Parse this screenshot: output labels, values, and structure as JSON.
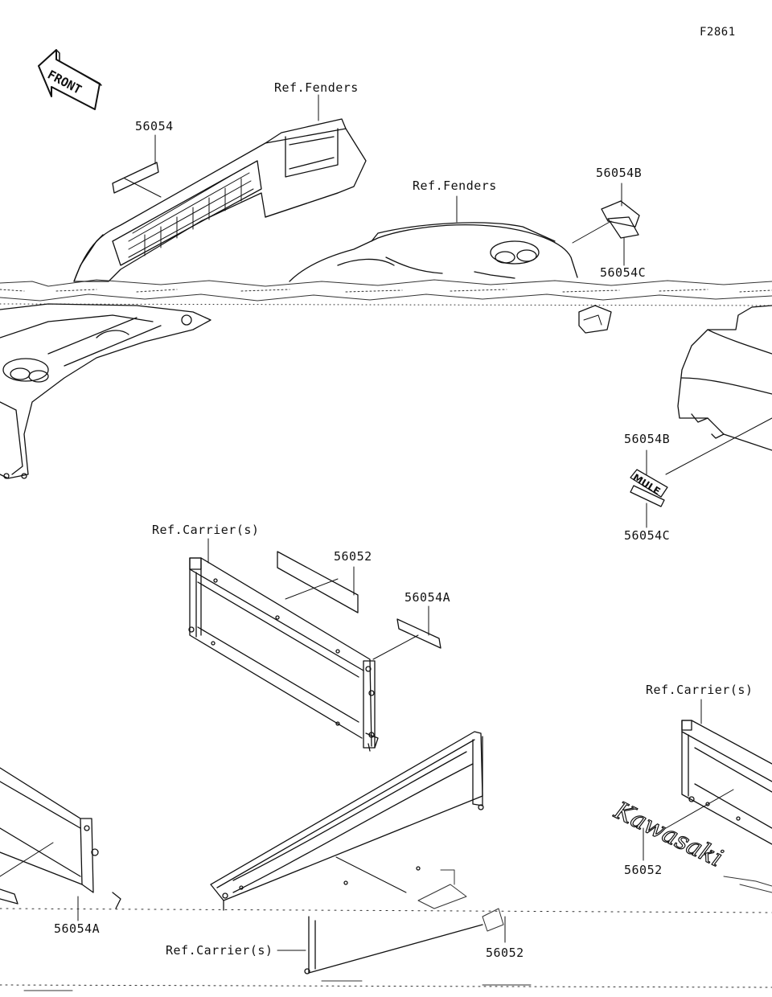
{
  "figure_id": "F2861",
  "front_label": "FRONT",
  "callouts": {
    "ref_fenders_1": "Ref.Fenders",
    "ref_fenders_2": "Ref.Fenders",
    "part_56054": "56054",
    "part_56054b_1": "56054B",
    "part_56054c_1": "56054C",
    "part_56054b_2": "56054B",
    "part_56054c_2": "56054C",
    "ref_carriers_1": "Ref.Carrier(s)",
    "part_56052_1": "56052",
    "part_56054a_1": "56054A",
    "ref_carriers_2": "Ref.Carrier(s)",
    "part_56052_2": "56052",
    "part_56054a_2": "56054A",
    "ref_carriers_3": "Ref.Carrier(s)",
    "part_56052_3": "56052"
  },
  "decals": {
    "kawasaki": "Kawasaki",
    "mule": "MULE"
  },
  "colors": {
    "line": "#111111",
    "background": "#ffffff"
  }
}
